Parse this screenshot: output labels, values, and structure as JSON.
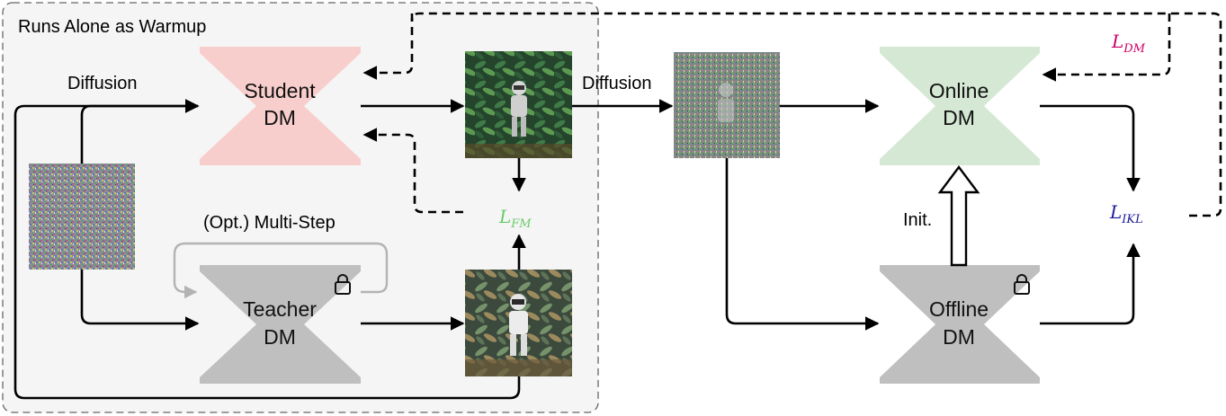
{
  "group": {
    "title": "Runs Alone as Warmup"
  },
  "labels": {
    "diffusion_left": "Diffusion",
    "diffusion_right": "Diffusion",
    "multi_step": "(Opt.) Multi-Step",
    "init": "Init."
  },
  "models": {
    "student": {
      "line1": "Student",
      "line2": "DM",
      "color": "#f8cecc"
    },
    "teacher": {
      "line1": "Teacher",
      "line2": "DM",
      "color": "#bfbfbf"
    },
    "online": {
      "line1": "Online",
      "line2": "DM",
      "color": "#d5e8d4"
    },
    "offline": {
      "line1": "Offline",
      "line2": "DM",
      "color": "#bfbfbf"
    }
  },
  "losses": {
    "fm": {
      "symbol": "L",
      "sub": "FM",
      "color": "#66cc66"
    },
    "dm": {
      "symbol": "L",
      "sub": "DM",
      "color": "#cc0066"
    },
    "ikl": {
      "symbol": "L",
      "sub": "IKL",
      "color": "#1a1a99"
    }
  },
  "icons": {
    "lock": "lock-icon",
    "noise": "noise-image-icon",
    "astronaut": "astronaut-image-icon"
  }
}
